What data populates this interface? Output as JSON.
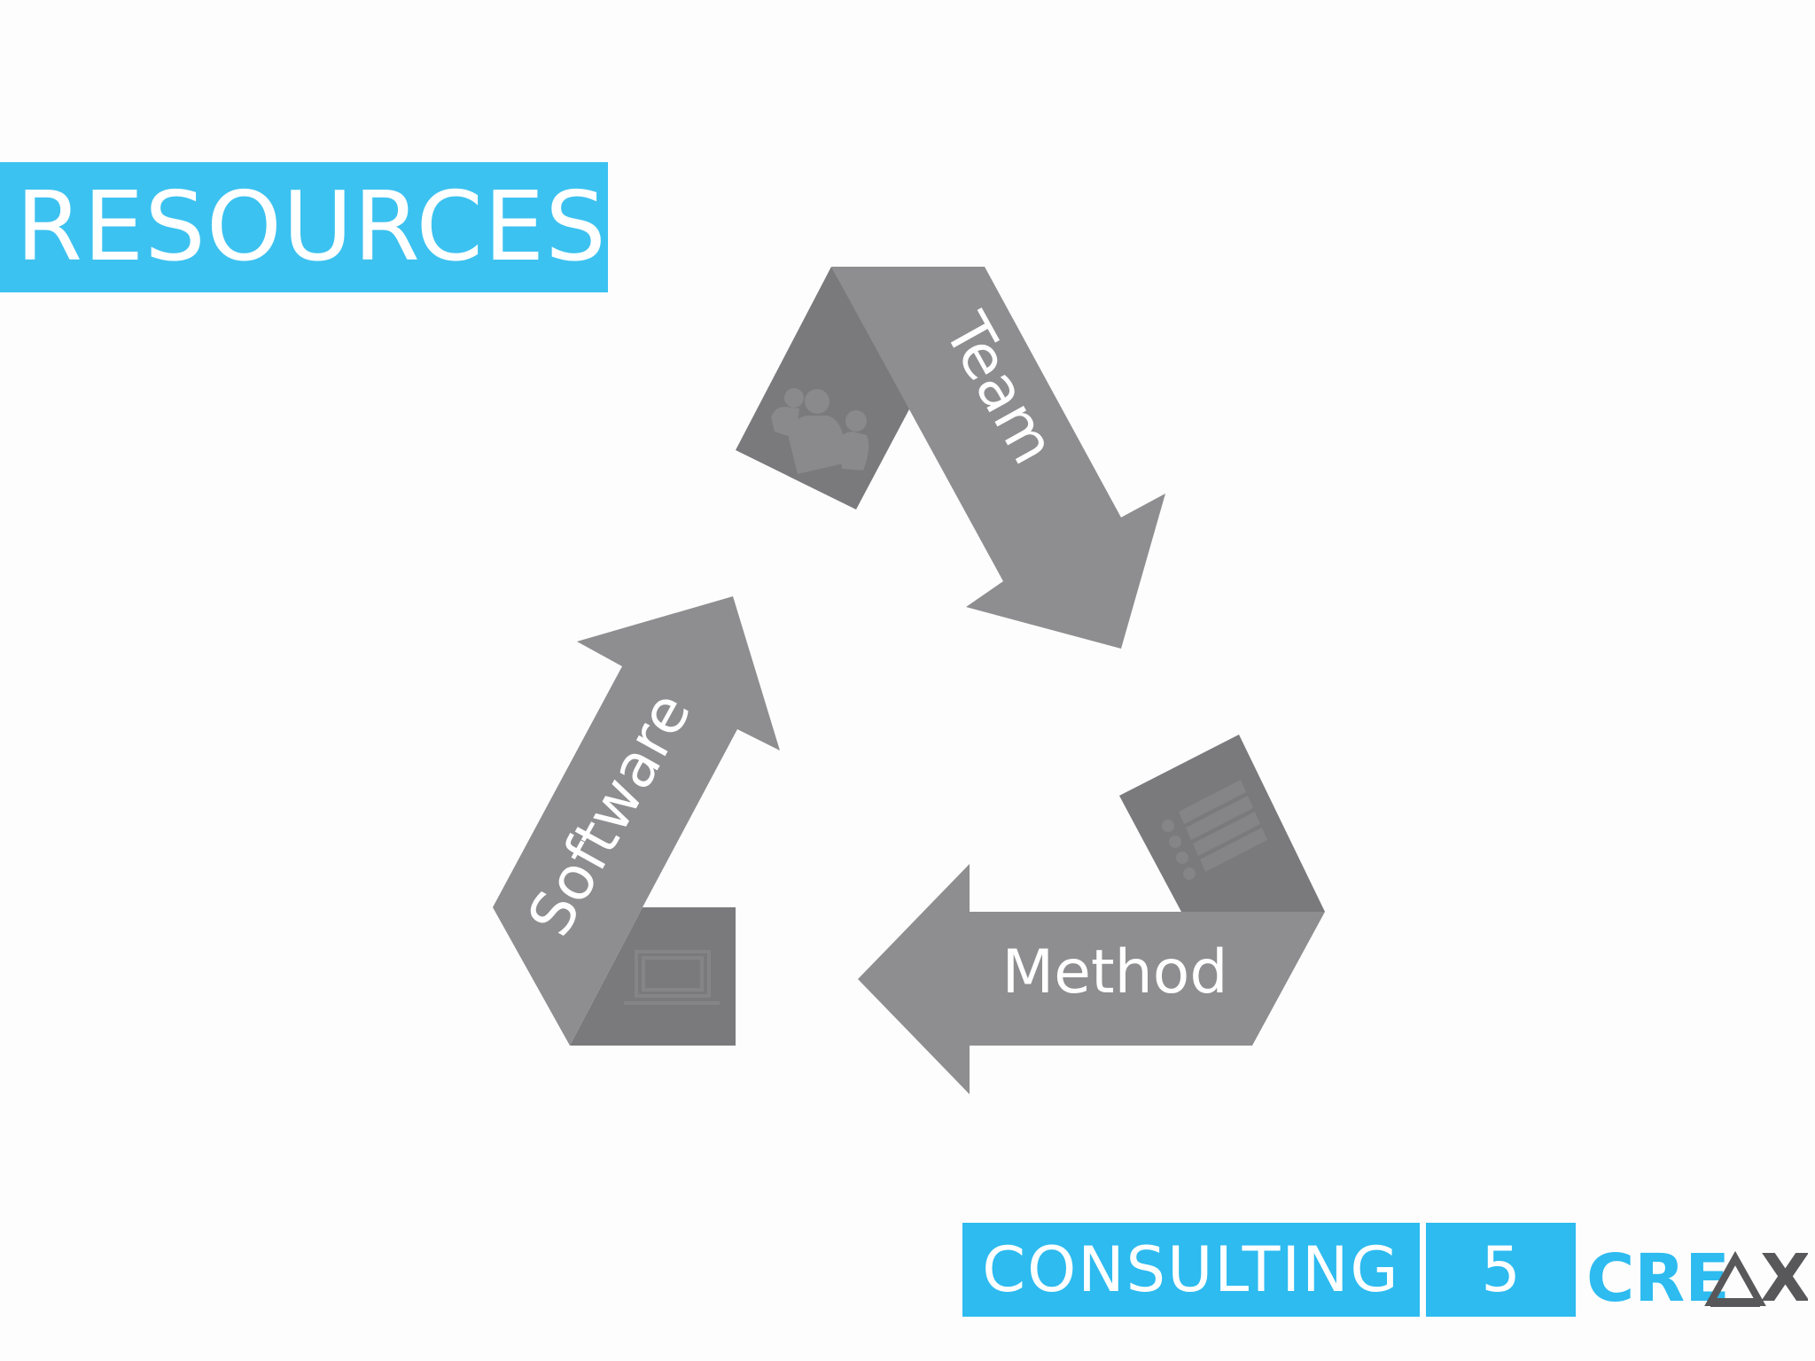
{
  "title": "RESOURCES",
  "cycle": {
    "team_label": "Team",
    "method_label": "Method",
    "software_label": "Software",
    "team_icon": "people-group-icon",
    "method_icon": "list-icon",
    "software_icon": "laptop-icon",
    "arrow_color": "#8e8d8f",
    "arrow_dark_color": "#7a797b"
  },
  "footer": {
    "consulting_label": "CONSULTING",
    "page_number": "5"
  },
  "logo": {
    "text_blue": "CRE",
    "text_gray": "X",
    "blue": "#2dbbf0",
    "gray": "#58585a"
  },
  "colors": {
    "accent": "#3cc2f0",
    "background": "#fdfdfd"
  }
}
